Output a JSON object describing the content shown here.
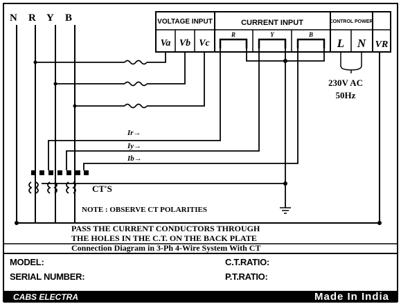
{
  "phases": [
    "N",
    "R",
    "Y",
    "B"
  ],
  "terminal_headers": {
    "voltage_input": "VOLTAGE INPUT",
    "current_input": "CURRENT INPUT",
    "control_power": "CONTROL POWER"
  },
  "voltage_terminals": [
    "Va",
    "Vb",
    "Vc"
  ],
  "current_terminals": [
    "R",
    "Y",
    "B"
  ],
  "control_terminals": [
    "L",
    "N"
  ],
  "neutral_terminal": "VR",
  "supply": {
    "voltage": "230V AC",
    "frequency": "50Hz"
  },
  "current_labels": [
    "Ir→",
    "Iy→",
    "Ib→"
  ],
  "ct_label": "CT'S",
  "note": "NOTE : OBSERVE CT POLARITIES",
  "instruction_line1": "PASS THE CURRENT CONDUCTORS THROUGH",
  "instruction_line2": "THE HOLES IN THE C.T. ON THE BACK PLATE",
  "diagram_title": "Connection Diagram in 3-Ph 4-Wire System With CT",
  "info": {
    "model": "MODEL:",
    "serial_number": "SERIAL NUMBER:",
    "ct_ratio": "C.T.RATIO:",
    "pt_ratio": "P.T.RATIO:"
  },
  "footer": {
    "brand": "CABS ELECTRA",
    "tagline": "Made In India"
  }
}
